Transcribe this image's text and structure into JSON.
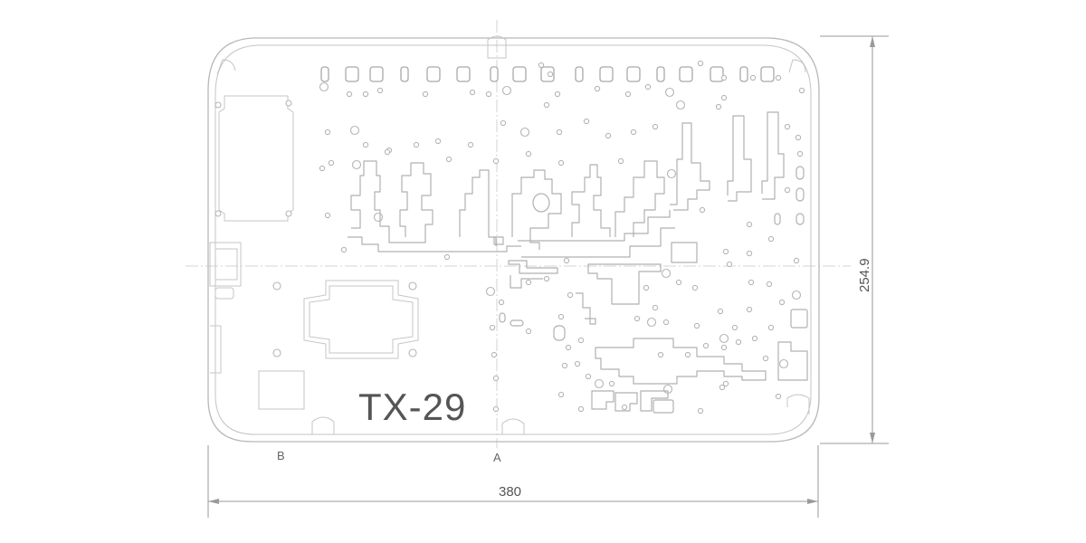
{
  "drawing": {
    "model_label": "TX-29",
    "dimensions": {
      "width": "380",
      "height": "254.9"
    },
    "datum_labels": {
      "left": "B",
      "center": "A"
    }
  }
}
